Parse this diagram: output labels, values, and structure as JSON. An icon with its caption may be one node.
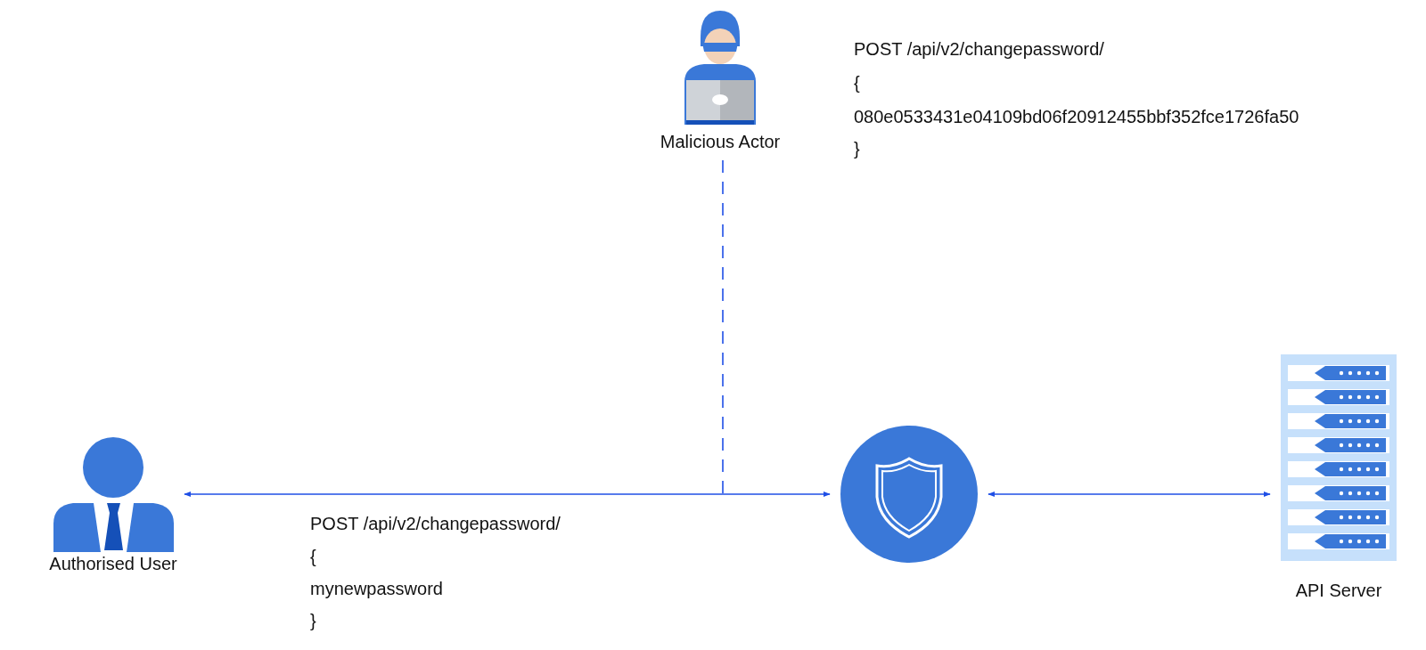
{
  "diagram": {
    "nodes": [
      {
        "text": [
          "Authorised User"
        ]
      },
      {
        "text": [
          "Malicious Actor"
        ]
      },
      {
        "text": [],
        "shape": "circle"
      },
      {
        "text": [
          "API Server"
        ]
      }
    ],
    "edges": [
      {
        "from": 0,
        "to": 2,
        "arrow": "both"
      },
      {
        "from": 2,
        "to": 3,
        "arrow": "both"
      },
      {
        "from": 1,
        "to": null,
        "arrow": "none",
        "style": "dashed"
      }
    ],
    "labels": [
      "POST /api/v2/changepassword/",
      "{",
      "080e0533431e04109bd06f20912455bbf352fce1726fa50",
      "}",
      "POST /api/v2/changepassword/",
      "{",
      "mynewpassword",
      "}"
    ]
  }
}
